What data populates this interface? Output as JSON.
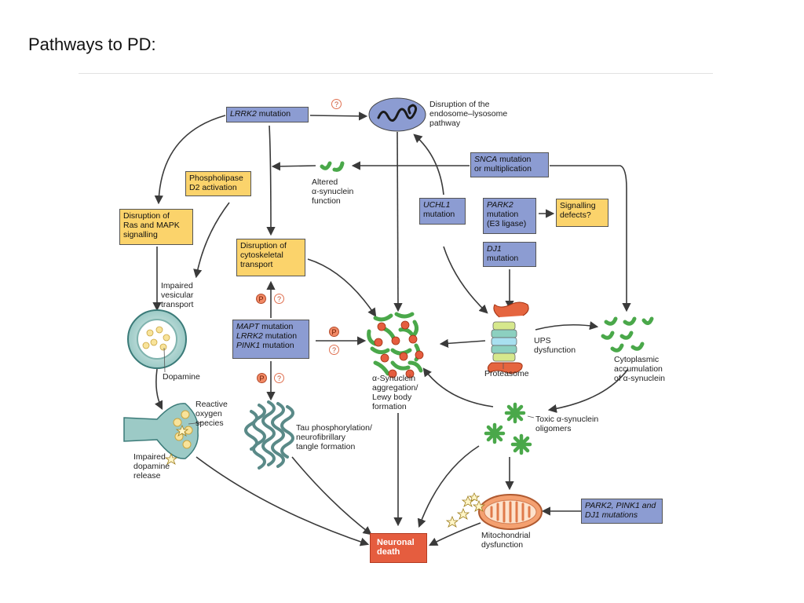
{
  "slide": {
    "title": "Pathways to PD:"
  },
  "nodes": {
    "lrrk2_mutation": {
      "gene": "LRRK2",
      "text": " mutation"
    },
    "endosome_disruption": {
      "text": "Disruption of the\nendosome–lysosome\npathway"
    },
    "snca_mutation": {
      "gene": "SNCA",
      "text": " mutation\nor multiplication"
    },
    "phospholipase": {
      "text": "Phospholipase\nD2 activation"
    },
    "altered_synuclein": {
      "text": "Altered\nα-synuclein\nfunction"
    },
    "ras_mapk": {
      "text": "Disruption of\nRas and MAPK\nsignalling"
    },
    "uchl1_mutation": {
      "gene": "UCHL1",
      "text": "\nmutation"
    },
    "park2_mutation": {
      "gene": "PARK2",
      "text": "\nmutation\n(E3 ligase)"
    },
    "signalling_defects": {
      "text": "Signalling\ndefects?"
    },
    "dj1_mutation": {
      "gene": "DJ1",
      "text": "\nmutation"
    },
    "cytoskeletal": {
      "text": "Disruption of\ncytoskeletal\ntransport"
    },
    "impaired_vesicular": {
      "text": "Impaired\nvesicular\ntransport"
    },
    "mapt_group": {
      "lines": [
        {
          "gene": "MAPT",
          "text": " mutation"
        },
        {
          "gene": "LRRK2",
          "text": " mutation"
        },
        {
          "gene": "PINK1",
          "text": " mutation"
        }
      ]
    },
    "ups_dysfunction": {
      "text": "UPS\ndysfunction"
    },
    "proteasome": {
      "text": "Proteasome"
    },
    "cytoplasmic_accumulation": {
      "text": "Cytoplasmic\naccumulation\nof α-synuclein"
    },
    "dopamine": {
      "text": "Dopamine"
    },
    "synuclein_aggregation": {
      "text": "α-Synuclein\naggregation/\nLewy body\nformation"
    },
    "reactive_oxygen": {
      "text": "Reactive\noxygen\nspecies"
    },
    "tau_phosphorylation": {
      "text": "Tau phosphorylation/\nneurofibrillary\ntangle formation"
    },
    "toxic_oligomers": {
      "text": "Toxic α-synuclein\noligomers"
    },
    "impaired_dopamine_release": {
      "text": "Impaired\ndopamine\nrelease"
    },
    "park2_pink1_dj1": {
      "text": "PARK2, PINK1 and\nDJ1 mutations"
    },
    "mitochondrial_dysfunction": {
      "text": "Mitochondrial\ndysfunction"
    },
    "neuronal_death": {
      "text": "Neuronal\ndeath"
    }
  },
  "badges": {
    "p": "P",
    "q": "?"
  },
  "colors": {
    "blue_box": "#8c9cd2",
    "orange_box": "#fbd36b",
    "red_box": "#e55d3f",
    "arrow": "#3a3a3a",
    "synuclein_green": "#4aa84a",
    "mito": "#f4a070"
  }
}
